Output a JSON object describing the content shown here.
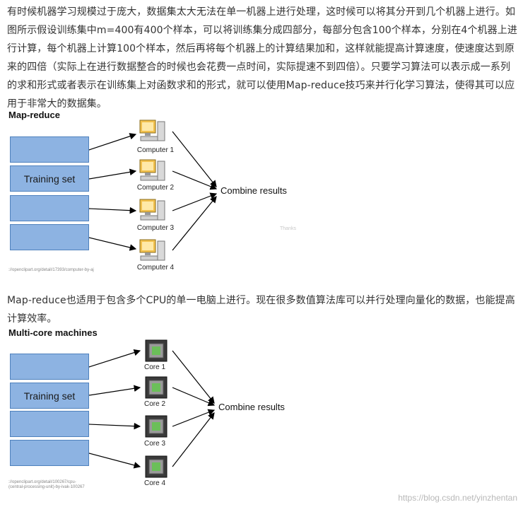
{
  "paragraph1": "有时候机器学习规模过于庞大，数据集太大无法在单一机器上进行处理，这时候可以将其分开到几个机器上进行。如图所示假设训练集中m=400有400个样本，可以将训练集分成四部分，每部分包含100个样本，分别在4个机器上进行计算，每个机器上计算100个样本，然后再将每个机器上的计算结果加和，这样就能提高计算速度，使速度达到原来的四倍（实际上在进行数据整合的时候也会花费一点时间，实际提速不到四倍）。只要学习算法可以表示成一系列的求和形式或者表示在训练集上对函数求和的形式，就可以使用Map-reduce技巧来并行化学习算法，使得其可以应用于非常大的数据集。",
  "paragraph2": "Map-reduce也适用于包含多个CPU的单一电脑上进行。现在很多数值算法库可以并行处理向量化的数据，也能提高计算效率。",
  "figure1": {
    "title": "Map-reduce",
    "training_label": "Training set",
    "nodes": [
      "Computer 1",
      "Computer 2",
      "Computer 3",
      "Computer 4"
    ],
    "combine": "Combine results",
    "credit": "://openclipart.org/detail/17393/computer-by-aj",
    "faint_text": "Thanks"
  },
  "figure2": {
    "title": "Multi-core machines",
    "training_label": "Training set",
    "nodes": [
      "Core 1",
      "Core 2",
      "Core 3",
      "Core 4"
    ],
    "combine": "Combine results",
    "credit": "://openclipart.org/detail/100267/cpu-\n(central-processing-unit)-by-ivak-100267"
  },
  "watermark": "https://blog.csdn.net/yinzhentan",
  "colors": {
    "box_fill": "#8db3e2",
    "box_border": "#4f81bd"
  }
}
